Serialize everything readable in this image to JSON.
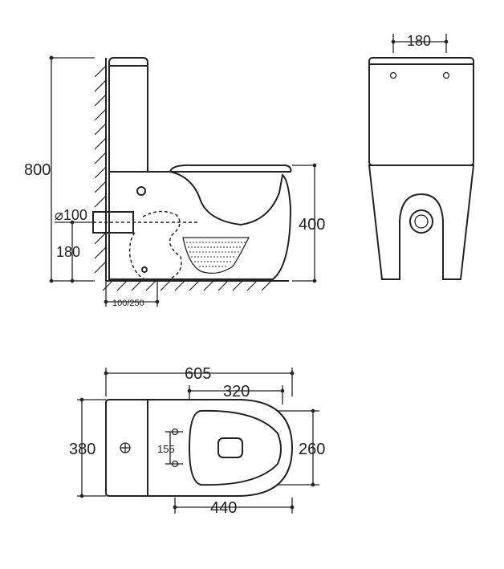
{
  "colors": {
    "line": "#222222",
    "background": "#ffffff"
  },
  "side_view": {
    "height_total": "800",
    "outlet_diameter": "⌀100",
    "outlet_height": "180",
    "seat_height": "400",
    "wall_offset": "100/250"
  },
  "front_view": {
    "fixing_spacing": "180"
  },
  "top_view": {
    "overall_length": "605",
    "bowl_length_top": "320",
    "width": "380",
    "fixing_spacing": "155",
    "bowl_width": "260",
    "bowl_length_bottom": "440"
  }
}
